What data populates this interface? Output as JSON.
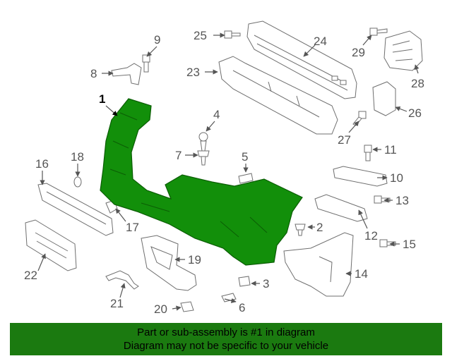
{
  "diagram": {
    "highlight_color": "#128f0a",
    "callouts": [
      "1",
      "2",
      "3",
      "4",
      "5",
      "6",
      "7",
      "8",
      "9",
      "10",
      "11",
      "12",
      "13",
      "14",
      "15",
      "16",
      "17",
      "18",
      "19",
      "20",
      "21",
      "22",
      "23",
      "24",
      "25",
      "26",
      "27",
      "28",
      "29"
    ]
  },
  "banner": {
    "line1": "Part or sub-assembly is #1 in diagram",
    "line2": "Diagram may not be specific to your vehicle",
    "background": "#1b7a10"
  }
}
